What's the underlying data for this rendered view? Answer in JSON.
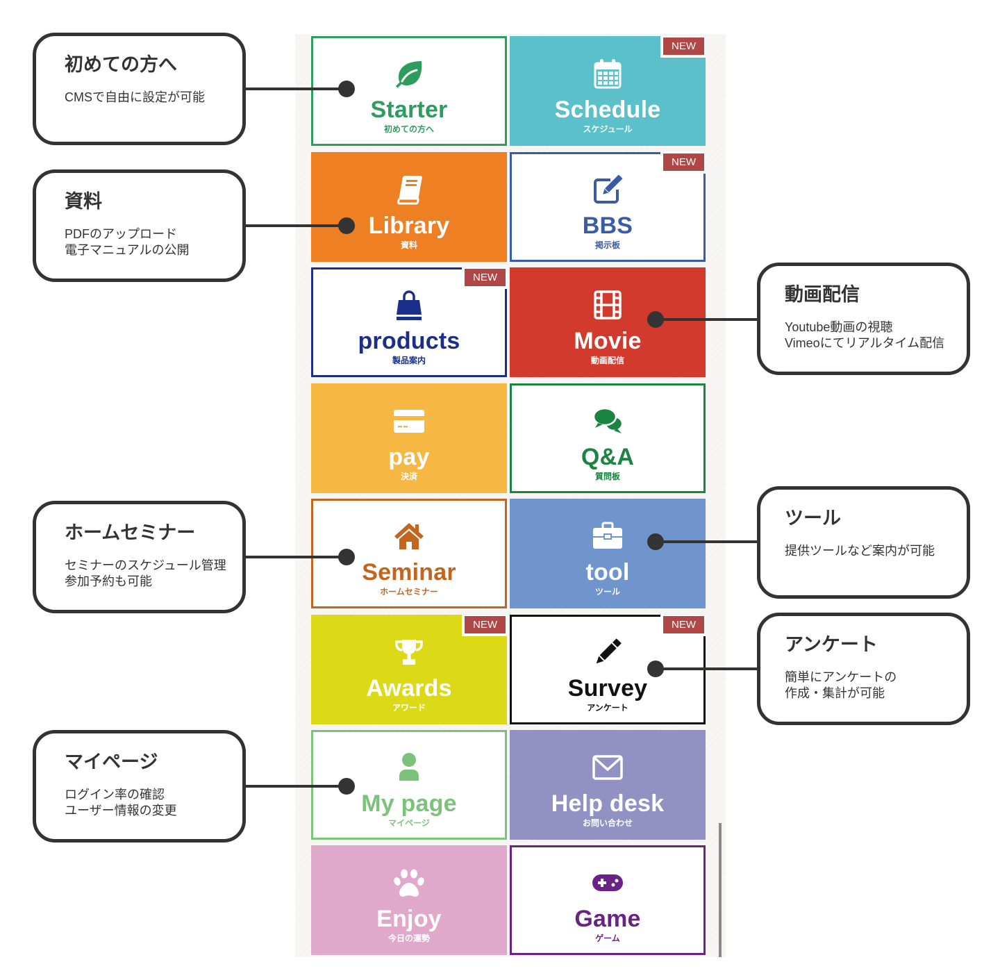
{
  "badge_label": "NEW",
  "tiles": [
    {
      "title": "Starter",
      "subtitle": "初めての方へ",
      "icon": "leaf-icon",
      "style": "outline",
      "color": "#2e9c5e",
      "new": false
    },
    {
      "title": "Schedule",
      "subtitle": "スケジュール",
      "icon": "calendar-icon",
      "style": "filled",
      "color": "#5bc0c9",
      "new": true
    },
    {
      "title": "Library",
      "subtitle": "資料",
      "icon": "book-icon",
      "style": "filled",
      "color": "#ee7f22",
      "new": false
    },
    {
      "title": "BBS",
      "subtitle": "掲示板",
      "icon": "edit-icon",
      "style": "outline",
      "color": "#3a5ca6",
      "new": true
    },
    {
      "title": "products",
      "subtitle": "製品案内",
      "icon": "shopping-bag-icon",
      "style": "outline",
      "color": "#1b2f8a",
      "new": true
    },
    {
      "title": "Movie",
      "subtitle": "動画配信",
      "icon": "film-icon",
      "style": "filled",
      "color": "#d23a2e",
      "new": false
    },
    {
      "title": "pay",
      "subtitle": "決済",
      "icon": "credit-card-icon",
      "style": "filled",
      "color": "#f6b843",
      "new": false
    },
    {
      "title": "Q&A",
      "subtitle": "質問板",
      "icon": "comments-icon",
      "style": "outline",
      "color": "#1a8440",
      "new": false
    },
    {
      "title": "Seminar",
      "subtitle": "ホームセミナー",
      "icon": "home-icon",
      "style": "outline",
      "color": "#c2661f",
      "new": false
    },
    {
      "title": "tool",
      "subtitle": "ツール",
      "icon": "briefcase-icon",
      "style": "filled",
      "color": "#7095cc",
      "new": false
    },
    {
      "title": "Awards",
      "subtitle": "アワード",
      "icon": "trophy-icon",
      "style": "filled",
      "color": "#dcd916",
      "new": true
    },
    {
      "title": "Survey",
      "subtitle": "アンケート",
      "icon": "pencil-icon",
      "style": "outline",
      "color": "#111111",
      "new": true
    },
    {
      "title": "My page",
      "subtitle": "マイページ",
      "icon": "user-icon",
      "style": "outline",
      "color": "#7cc27a",
      "new": false
    },
    {
      "title": "Help desk",
      "subtitle": "お問い合わせ",
      "icon": "envelope-icon",
      "style": "filled",
      "color": "#9291c3",
      "new": false
    },
    {
      "title": "Enjoy",
      "subtitle": "今日の運勢",
      "icon": "paw-icon",
      "style": "filled",
      "color": "#e0a8cb",
      "new": false
    },
    {
      "title": "Game",
      "subtitle": "ゲーム",
      "icon": "gamepad-icon",
      "style": "outline",
      "color": "#6a2287",
      "new": false
    }
  ],
  "callouts": [
    {
      "title": "初めての方へ",
      "description": "CMSで自由に設定が可能",
      "target": "Starter"
    },
    {
      "title": "資料",
      "description": "PDFのアップロード\n電子マニュアルの公開",
      "target": "Library"
    },
    {
      "title": "ホームセミナー",
      "description": "セミナーのスケジュール管理\n参加予約も可能",
      "target": "Seminar"
    },
    {
      "title": "マイページ",
      "description": "ログイン率の確認\nユーザー情報の変更",
      "target": "My page"
    },
    {
      "title": "動画配信",
      "description": "Youtube動画の視聴\nVimeoにてリアルタイム配信",
      "target": "Movie"
    },
    {
      "title": "ツール",
      "description": "提供ツールなど案内が可能",
      "target": "tool"
    },
    {
      "title": "アンケート",
      "description": "簡単にアンケートの\n作成・集計が可能",
      "target": "Survey"
    }
  ],
  "colors": {
    "badge": "#b14646",
    "connector": "#333333",
    "panel_bg": "#f7f6f4"
  }
}
